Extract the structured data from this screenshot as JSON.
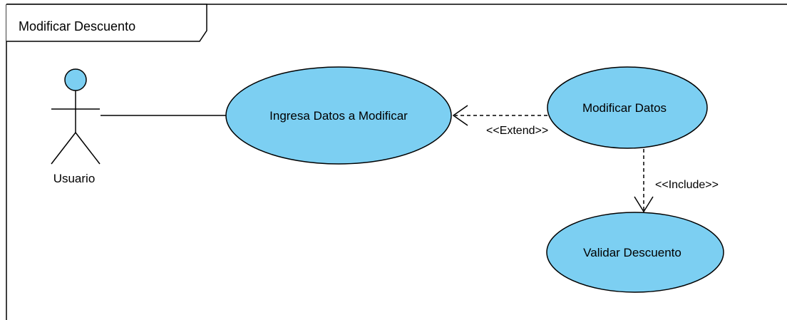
{
  "frame": {
    "title": "Modificar Descuento"
  },
  "actor": {
    "name": "Usuario"
  },
  "use_cases": {
    "ingresa": "Ingresa Datos a Modificar",
    "modificar": "Modificar Datos",
    "validar": "Validar Descuento"
  },
  "relations": {
    "extend_label": "<<Extend>>",
    "include_label": "<<Include>>"
  },
  "colors": {
    "usecase_fill": "#7ccff2",
    "actor_head_fill": "#7ccff2",
    "stroke": "#000000",
    "background": "#ffffff"
  }
}
